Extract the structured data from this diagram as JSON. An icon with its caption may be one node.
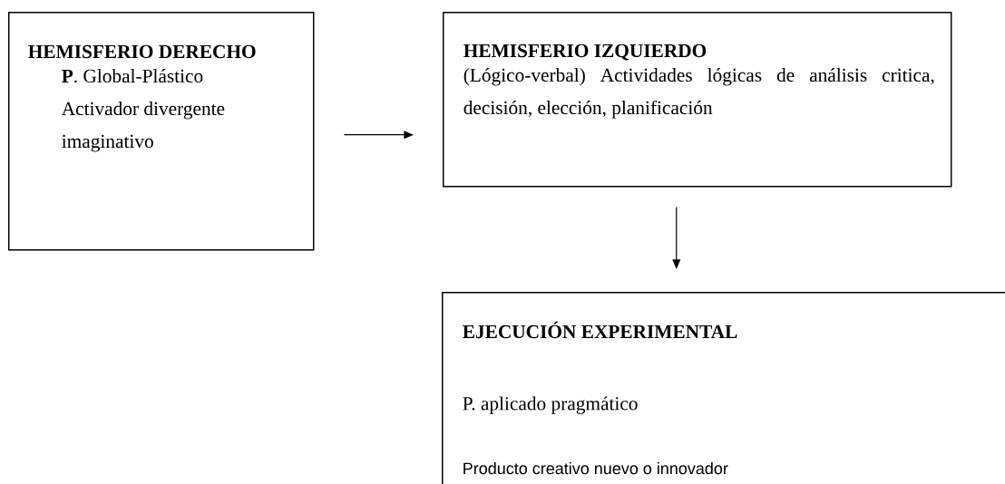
{
  "diagram": {
    "nodes": [
      {
        "text": [
          "HEMISFERIO DERECHO",
          "**P**. Global-Plástico Activador divergente imaginativo"
        ]
      },
      {
        "text": [
          "HEMISFERIO  IZQUIERDO",
          "(Lógico-verbal) Actividades lógicas de análisis critica, decisión, elección, planificación"
        ]
      },
      {
        "text": [
          "EJECUCIÓN EXPERIMENTAL",
          "P. aplicado pragmático",
          "Producto creativo nuevo o innovador"
        ]
      }
    ],
    "edges": [
      {
        "from": 0,
        "to": 1,
        "arrow": "to"
      },
      {
        "from": 1,
        "to": 2,
        "arrow": "to"
      }
    ]
  }
}
